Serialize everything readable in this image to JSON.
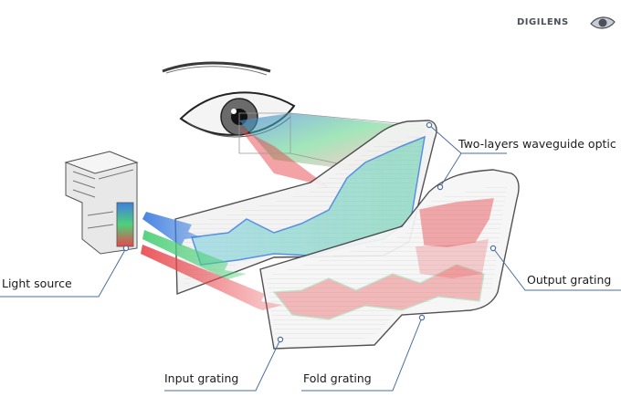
{
  "brand": {
    "logo_text": "DIGILENS",
    "logo_icon": "eye-logo-icon"
  },
  "labels": {
    "waveguide": "Two-layers waveguide optic",
    "light_source": "Light source",
    "output_grating": "Output grating",
    "input_grating": "Input grating",
    "fold_grating": "Fold grating"
  },
  "colors": {
    "line": "#4b6fa0",
    "red": "#e8474c",
    "green": "#4fd07a",
    "blue": "#3f7fe0",
    "glass_edge": "#444444"
  }
}
